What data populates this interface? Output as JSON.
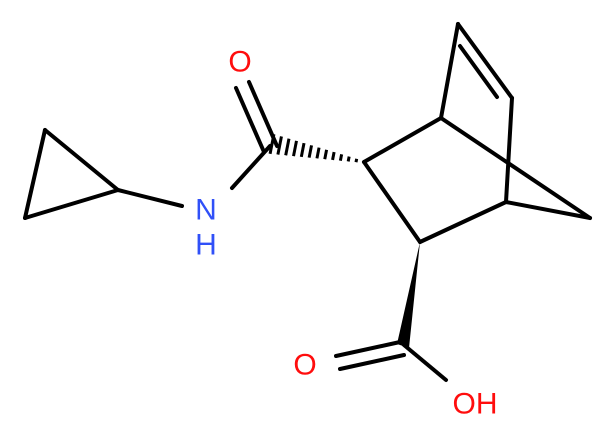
{
  "molecule": {
    "atoms": {
      "amide_oxygen": {
        "symbol": "O",
        "color": "#ff0d0d"
      },
      "amide_nitrogen": {
        "symbol": "N",
        "color": "#3050f8"
      },
      "amide_hydrogen": {
        "symbol": "H",
        "color": "#3050f8"
      },
      "acid_carbonyl_oxygen": {
        "symbol": "O",
        "color": "#ff0d0d"
      },
      "hydroxyl_group": {
        "symbol": "OH",
        "color": "#ff0d0d"
      }
    },
    "bond_color": "#000000"
  }
}
